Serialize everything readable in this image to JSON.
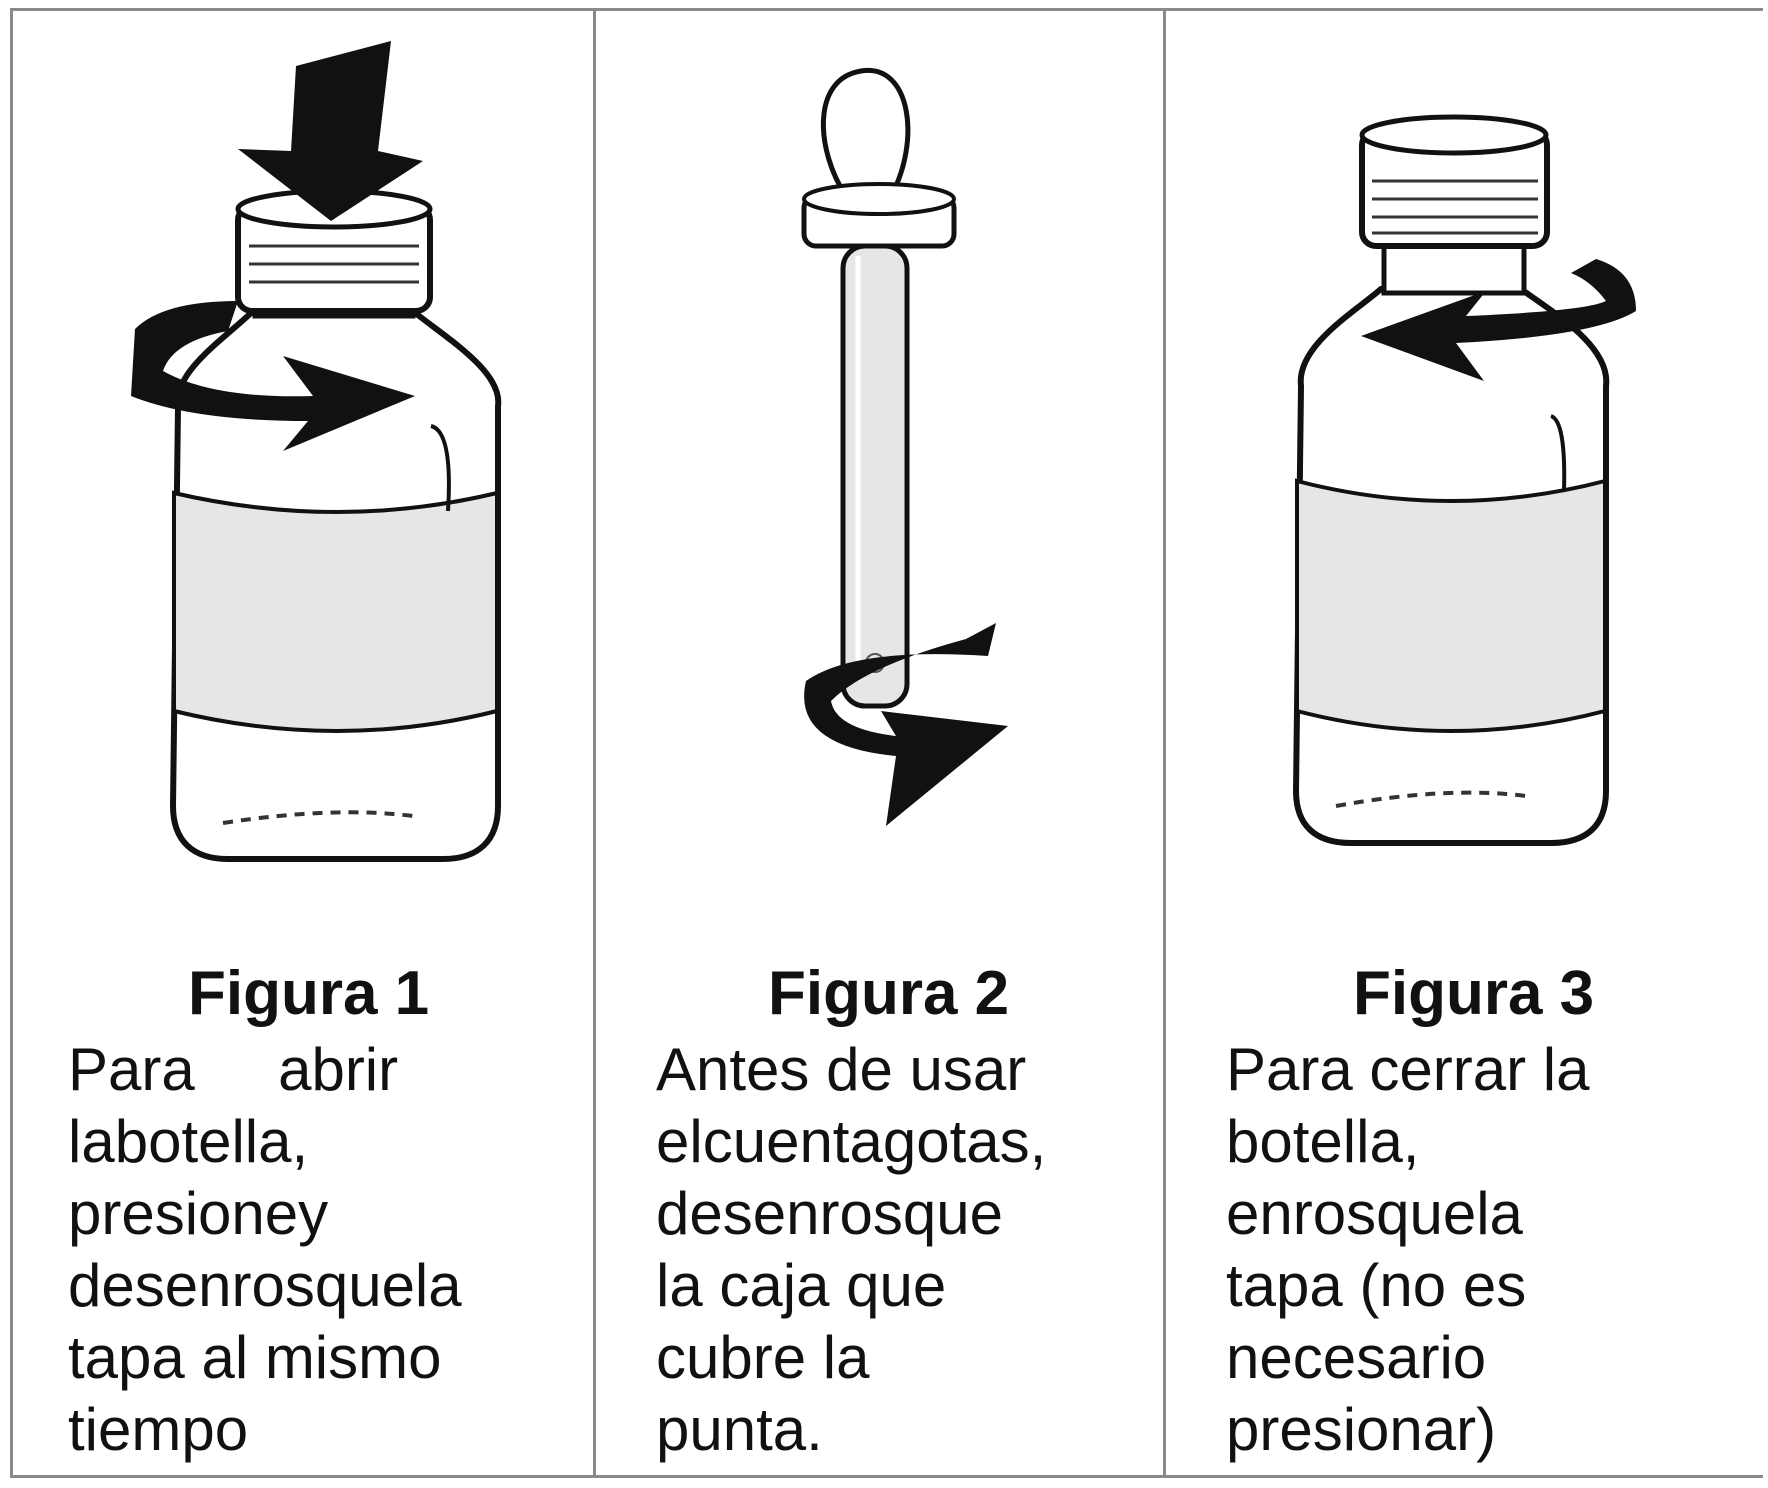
{
  "figures": [
    {
      "title": "Figura 1",
      "lines": [
        "Para     abrir",
        "labotella,",
        "presioney",
        "desenrosquela",
        "tapa al mismo",
        "tiempo"
      ],
      "illustration": "bottle-push-and-twist-open"
    },
    {
      "title": "Figura 2",
      "lines": [
        "Antes de usar",
        "elcuentagotas,",
        "desenrosque",
        "la caja que",
        "cubre la",
        "punta."
      ],
      "illustration": "dropper-unscrew-cap"
    },
    {
      "title": "Figura 3",
      "lines": [
        "Para cerrar la",
        "botella,",
        "enrosquela",
        "tapa (no es",
        "necesario",
        "presionar)"
      ],
      "illustration": "bottle-twist-close"
    }
  ],
  "colors": {
    "border": "#8a8a8a",
    "ink": "#111111",
    "label": "#e6e6e6"
  }
}
